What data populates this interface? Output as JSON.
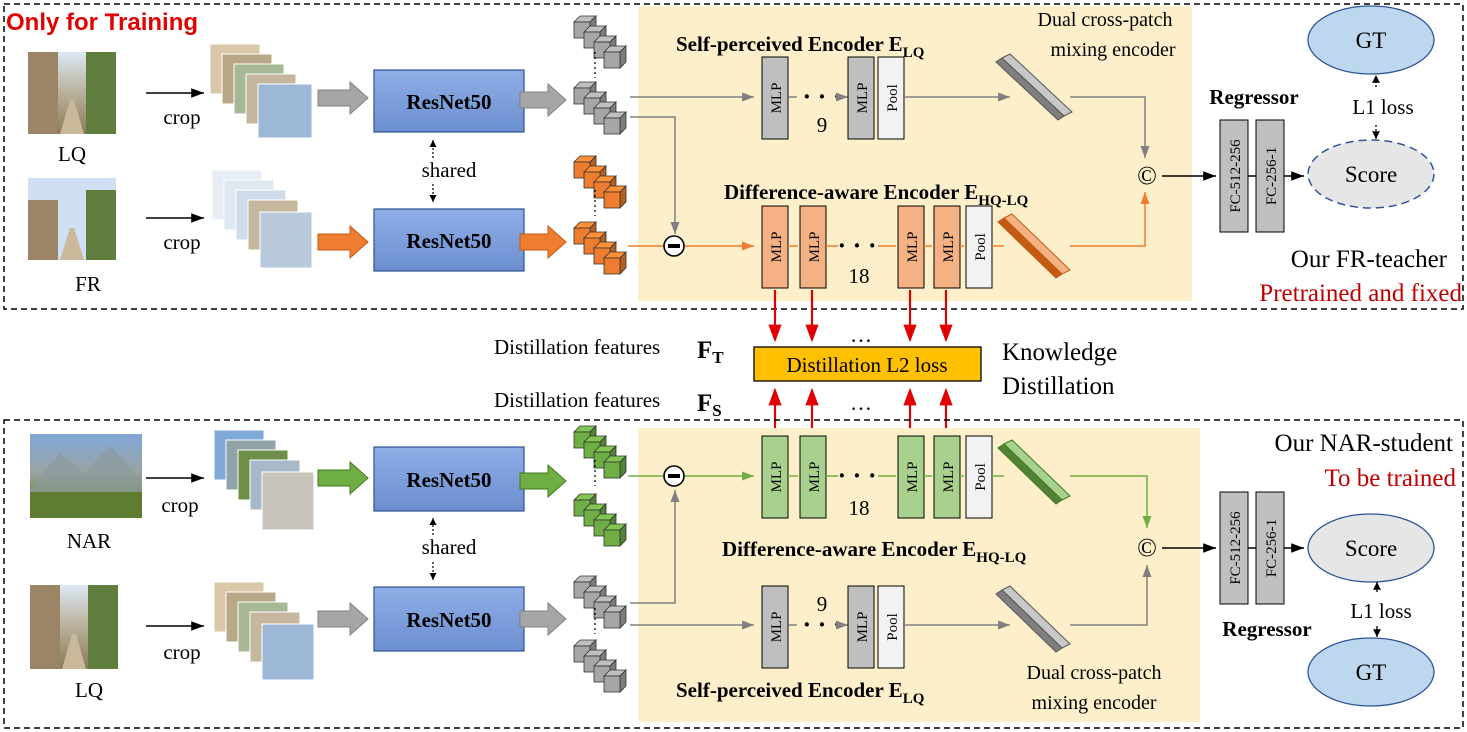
{
  "colors": {
    "encoder_bg": "#fcefc9",
    "resnet_fill": "#7d9fdc",
    "orange": "#ee7d2f",
    "green": "#6fae45",
    "gray": "#a6a6a6",
    "mlp_orange": "#f4b183",
    "mlp_green": "#a9d18e",
    "mlp_gray": "#bfbfbf",
    "pool_fill": "#f2f2f2",
    "gt_fill": "#bdd7ee",
    "score_fill": "#e7e6e6",
    "loss_fill": "#ffc000",
    "red_text": "#c00000",
    "distill_arrow": "#e00000"
  },
  "teacher": {
    "tag": "Only for Training",
    "inputs": {
      "lq": "LQ",
      "fr": "FR"
    },
    "crop": "crop",
    "backbone": "ResNet50",
    "shared": "shared",
    "self_encoder": {
      "text": "Self-perceived Encoder E",
      "sub": "LQ"
    },
    "diff_encoder": {
      "text": "Difference-aware Encoder E",
      "sub": "HQ-LQ"
    },
    "dual_mixing": [
      "Dual cross-patch",
      "mixing encoder"
    ],
    "mlp": "MLP",
    "pool": "Pool",
    "count_self": "9",
    "count_diff": "18",
    "concat": "©",
    "regressor": "Regressor",
    "fc1": "FC-512-256",
    "fc2": "FC-256-1",
    "gt": "GT",
    "score": "Score",
    "l1": "L1 loss",
    "name": "Our FR-teacher",
    "status": "Pretrained and fixed"
  },
  "distillation": {
    "features_t": "Distillation features",
    "ft_sym": "F",
    "ft_sub": "T",
    "features_s": "Distillation features",
    "fs_sym": "F",
    "fs_sub": "S",
    "loss": "Distillation L2 loss",
    "kd": [
      "Knowledge",
      "Distillation"
    ],
    "dots": "…"
  },
  "student": {
    "inputs": {
      "nar": "NAR",
      "lq": "LQ"
    },
    "crop": "crop",
    "backbone": "ResNet50",
    "shared": "shared",
    "diff_encoder": {
      "text": "Difference-aware Encoder E",
      "sub": "HQ-LQ"
    },
    "self_encoder": {
      "text": "Self-perceived Encoder E",
      "sub": "LQ"
    },
    "dual_mixing": [
      "Dual cross-patch",
      "mixing encoder"
    ],
    "mlp": "MLP",
    "pool": "Pool",
    "count_self": "9",
    "count_diff": "18",
    "concat": "©",
    "regressor": "Regressor",
    "fc1": "FC-512-256",
    "fc2": "FC-256-1",
    "gt": "GT",
    "score": "Score",
    "l1": "L1 loss",
    "name": "Our NAR-student",
    "status": "To be trained"
  }
}
